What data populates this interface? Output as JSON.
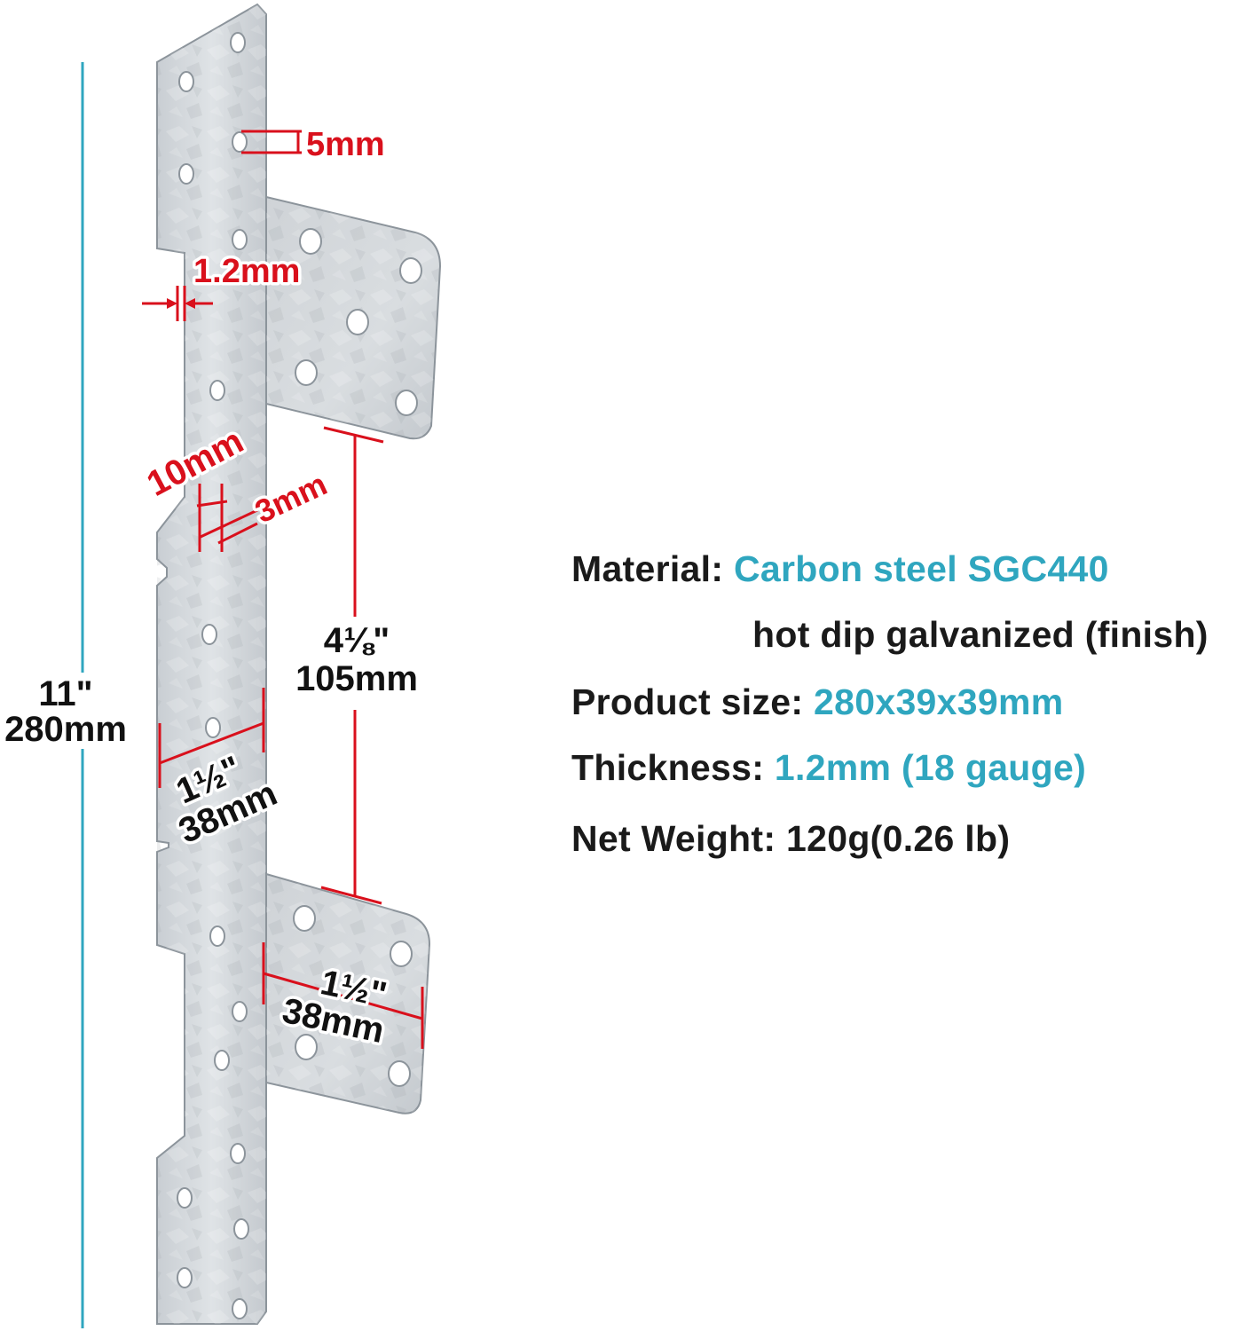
{
  "colors": {
    "accent_teal": "#2fa6bf",
    "dimension_red": "#d9101c",
    "steel": "#d2d6da"
  },
  "dimensions": {
    "overall_in": "11\"",
    "overall_mm": "280mm",
    "hole_dia": "5mm",
    "thickness": "1.2mm",
    "slot_len": "10mm",
    "slot_w": "3mm",
    "spacing_in": "4⅛\"",
    "spacing_mm": "105mm",
    "strap_width_in": "1½\"",
    "strap_width_mm": "38mm",
    "flange_width_in": "1½\"",
    "flange_width_mm": "38mm"
  },
  "specs": {
    "material_label": "Material:",
    "material_value": "Carbon steel SGC440",
    "finish_value": "hot dip galvanized (finish)",
    "size_label": "Product size:",
    "size_value": "280x39x39mm",
    "thickness_label": "Thickness:",
    "thickness_value": "1.2mm (18 gauge)",
    "weight_label": "Net Weight:",
    "weight_value": "120g(0.26 lb)"
  }
}
